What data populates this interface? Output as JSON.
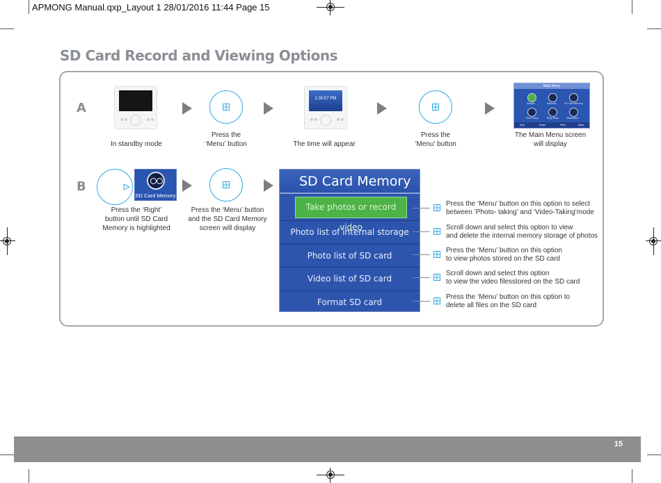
{
  "slug": "APMONG Manual.qxp_Layout 1  28/01/2016  11:44  Page 15",
  "title": "SD Card Record and Viewing Options",
  "row_a": {
    "label": "A",
    "clock_text": "1:35:57 PM",
    "step1_caption": "In standby mode",
    "step2_caption": [
      "Press the",
      "‘Menu’ button"
    ],
    "step3_caption": "The time will appear",
    "step4_caption": [
      "Press the",
      "‘Menu’ button"
    ],
    "step5_caption": [
      "The Main Menu screen",
      "will display"
    ]
  },
  "main_menu": {
    "header": "Main Menu",
    "items": [
      "Monitor",
      "Intercom",
      "SD Card Memory",
      "Door Setup",
      "Ring Setup",
      "Information"
    ],
    "footer": [
      "Exit",
      "Enter",
      "Prev",
      "Next"
    ]
  },
  "row_b": {
    "label": "B",
    "sd_thumb_label": "SD Card Memory",
    "step1_caption": [
      "Press the ‘Right’",
      "button until SD Card",
      "Memory is highlighted"
    ],
    "step2_caption": [
      "Press the ‘Menu’ button",
      "and the SD Card Memory",
      "screen will display"
    ]
  },
  "sd_menu": {
    "title": "SD Card Memory",
    "items": [
      "Take photos or record video",
      "Photo list of internal storage",
      "Photo list of SD card",
      "Video list of SD card",
      "Format SD card"
    ],
    "selected_index": 0,
    "accent_color": "#4db346",
    "screen_color": "#2d55ad"
  },
  "notes": [
    [
      "Press the ‘Menu’ button on this option to select",
      "between ‘Photo- taking’  and ‘Video-Taking’mode"
    ],
    [
      "Scroll down and select this option to view",
      "and delete the internal memory storage of photos"
    ],
    [
      "Press the ‘Menu’ button on this option",
      "to view photos stored on the SD card"
    ],
    [
      "Scroll down and select this option",
      "to view the video filesstored on the SD card"
    ],
    [
      "Press the ‘Menu’ button on this option to",
      "delete all files on the SD card"
    ]
  ],
  "icons": {
    "menu_button": "menu-grid-icon",
    "right_button": "play-right-icon",
    "step_arrow": "triangle-right-icon",
    "registration": "registration-mark-icon"
  },
  "colors": {
    "icon_blue": "#2fa8e0",
    "arrow_grey": "#7f7f7f",
    "footer_grey": "#8f8f8f"
  },
  "page_number": "15"
}
